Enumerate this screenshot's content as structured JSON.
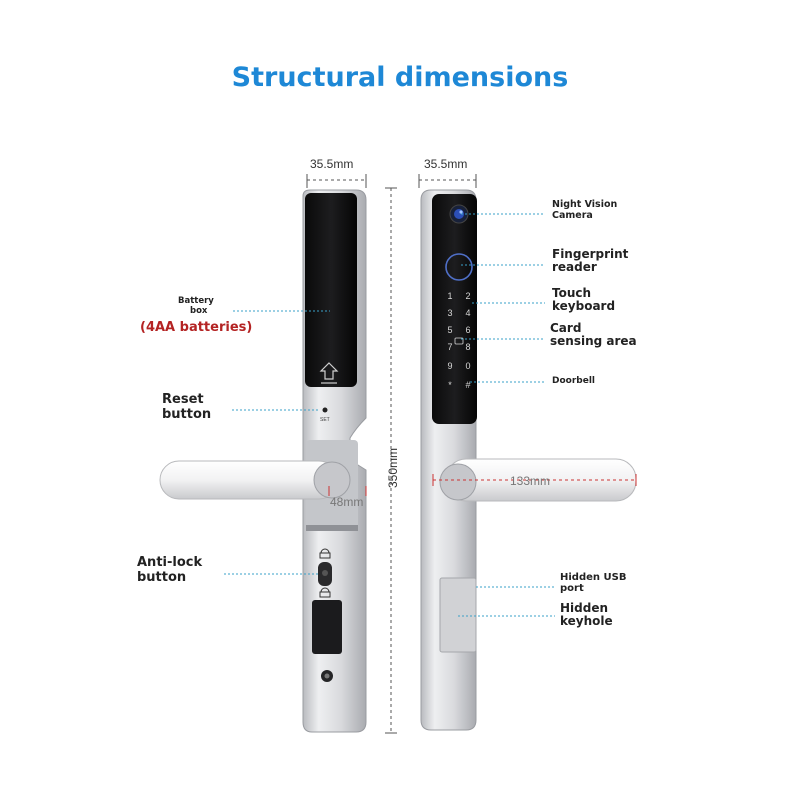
{
  "title": "Structural dimensions",
  "dimensions": {
    "left_width": "35.5mm",
    "right_width": "35.5mm",
    "height": "350mm",
    "handle_offset": "48mm",
    "handle_length": "133mm"
  },
  "callouts": {
    "battery_box_1": "Battery",
    "battery_box_2": "box",
    "battery_spec": "(4AA batteries)",
    "reset_1": "Reset",
    "reset_2": "button",
    "antilock_1": "Anti-lock",
    "antilock_2": "button",
    "night_vision_1": "Night Vision",
    "night_vision_2": "Camera",
    "fingerprint_1": "Fingerprint",
    "fingerprint_2": "reader",
    "touch_1": "Touch",
    "touch_2": "keyboard",
    "card_1": "Card",
    "card_2": "sensing area",
    "doorbell": "Doorbell",
    "usb_1": "Hidden USB",
    "usb_2": "port",
    "keyhole_1": "Hidden",
    "keyhole_2": "keyhole"
  },
  "keypad": [
    "1",
    "2",
    "3",
    "4",
    "5",
    "6",
    "7",
    "8",
    "9",
    "0",
    "*",
    "#"
  ],
  "reset_mark": "SET",
  "colors": {
    "title": "#1e88d6",
    "accent_red": "#b42323",
    "leader": "#3aa0c8",
    "body_silver": "#dcdde0",
    "panel_black": "#111111"
  }
}
